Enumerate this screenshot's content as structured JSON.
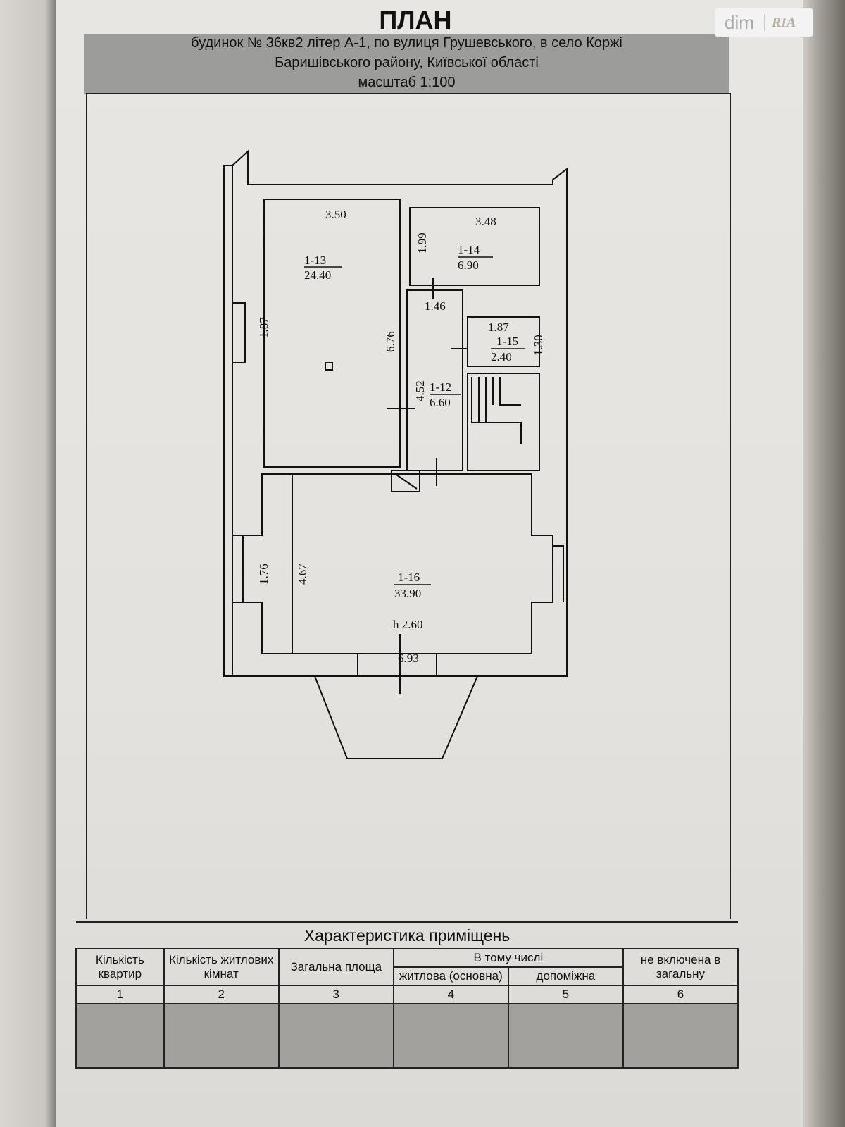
{
  "header": {
    "title": "ПЛАН",
    "line1": "будинок № 36кв2  літер А-1,   по   вулиця Грушевського,   в   село Коржі",
    "line2": "Баришівського району, Київської області",
    "scale": "масштаб 1:100"
  },
  "watermark": {
    "brand": "dim",
    "mark": "RIA"
  },
  "plan": {
    "rooms": [
      {
        "id": "1-13",
        "area": "24.40"
      },
      {
        "id": "1-14",
        "area": "6.90"
      },
      {
        "id": "1-15",
        "area": "2.40"
      },
      {
        "id": "1-12",
        "area": "6.60"
      },
      {
        "id": "1-16",
        "area": "33.90"
      }
    ],
    "dims": {
      "d1": "3.50",
      "d2": "3.48",
      "d3": "1.99",
      "d4": "1.87",
      "d5": "6.76",
      "d6": "1.46",
      "d7": "1.87",
      "d8": "1.30",
      "d9": "4.52",
      "d10": "1.76",
      "d11": "4.67",
      "d12": "6.93"
    },
    "height": "h 2.60"
  },
  "table": {
    "caption": "Характеристика приміщень",
    "subgroup": "В тому числі",
    "headers": [
      "Кількість квартир",
      "Кількість житлових кімнат",
      "Загальна площа",
      "житлова (основна)",
      "допоміжна",
      "не включена в загальну"
    ],
    "numbers": [
      "1",
      "2",
      "3",
      "4",
      "5",
      "6"
    ],
    "rows": [
      [
        "",
        "",
        "",
        "",
        "",
        ""
      ]
    ]
  }
}
